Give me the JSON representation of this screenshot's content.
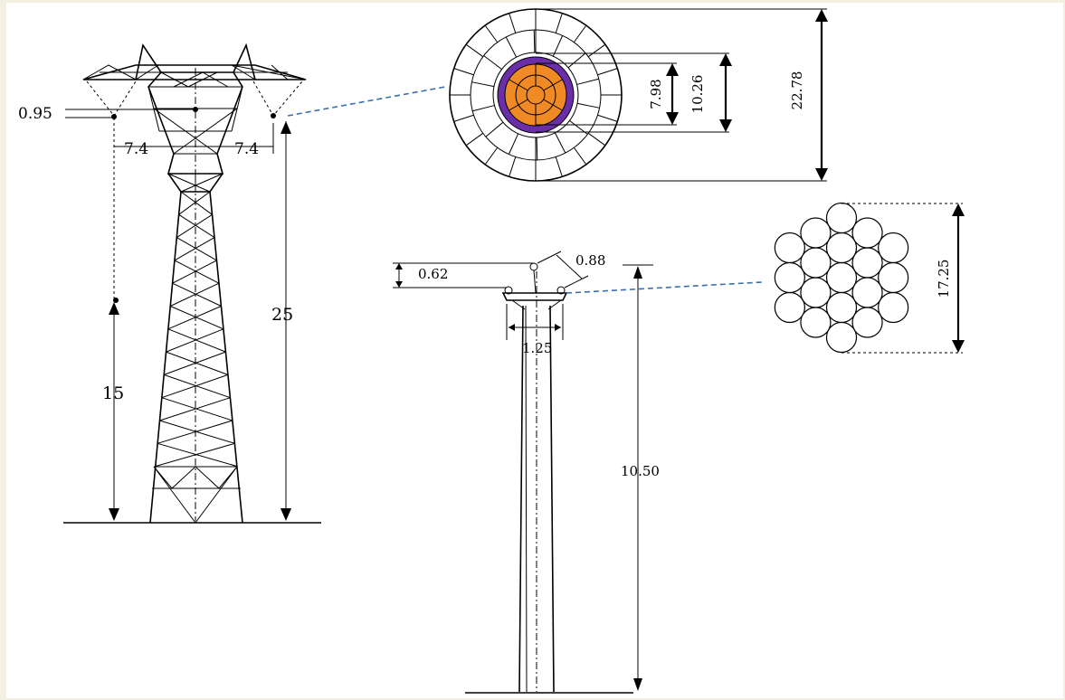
{
  "labels": {
    "tower_crossarm_offset": "0.95",
    "tower_left_span": "7.4",
    "tower_right_span": "7.4",
    "tower_lower_height": "15",
    "tower_total_height": "25",
    "cable_inner_core": "7.98",
    "cable_insulated_core": "10.26",
    "cable_outer": "22.78",
    "pole_vertical_gap": "0.62",
    "pole_insulator_offset": "0.88",
    "pole_crossarm_width": "1.25",
    "pole_height": "10.50",
    "conductor_diameter": "17.25"
  },
  "colors": {
    "cable_core": "#f08a24",
    "cable_insulation": "#6a2fa8",
    "leader_line": "#3a6fb0",
    "outline": "#000000"
  }
}
